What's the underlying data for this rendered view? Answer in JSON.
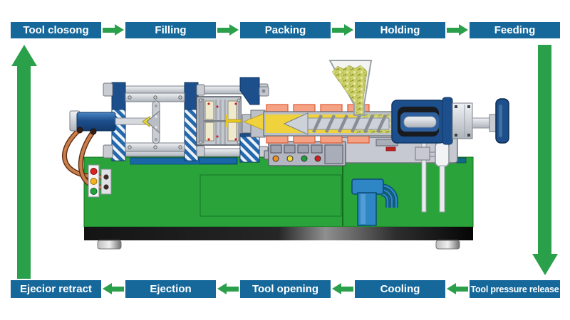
{
  "flow": {
    "top": [
      "Tool closong",
      "Filling",
      "Packing",
      "Holding",
      "Feeding"
    ],
    "bottom": [
      "Ejecior retract",
      "Ejection",
      "Tool opening",
      "Cooling",
      "Tool pressure release"
    ]
  },
  "colors": {
    "process_box": "#16689b",
    "arrow": "#2ba04b",
    "machine_base": "#2aa33b"
  }
}
